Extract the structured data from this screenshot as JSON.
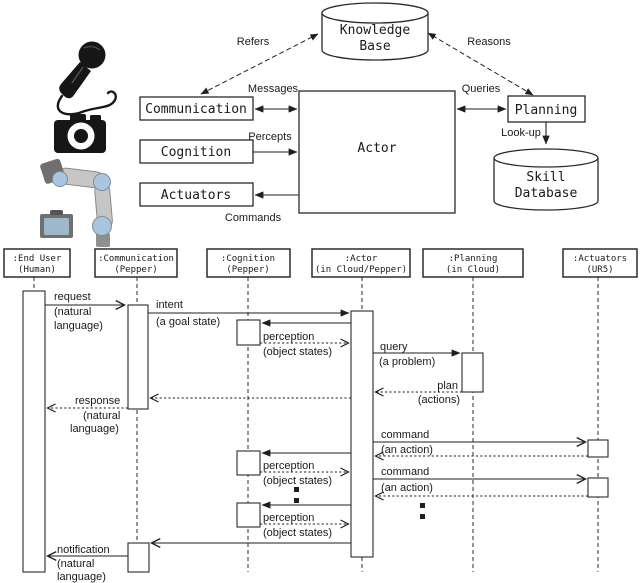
{
  "arch": {
    "kb1": "Knowledge",
    "kb2": "Base",
    "sdb1": "Skill",
    "sdb2": "Database",
    "communication": "Communication",
    "cognition": "Cognition",
    "actuators": "Actuators",
    "actor": "Actor",
    "planning": "Planning",
    "refers": "Refers",
    "reasons": "Reasons",
    "messages": "Messages",
    "queries": "Queries",
    "percepts": "Percepts",
    "commands": "Commands",
    "lookup": "Look-up"
  },
  "icons": {
    "microphone": "microphone-icon",
    "camera": "camera-icon",
    "robot_arm": "robot-arm-icon"
  },
  "seq": {
    "lifelines": [
      {
        "name": ":End User",
        "sub": "(Human)"
      },
      {
        "name": ":Communication",
        "sub": "(Pepper)"
      },
      {
        "name": ":Cognition",
        "sub": "(Pepper)"
      },
      {
        "name": ":Actor",
        "sub": "(in Cloud/Pepper)"
      },
      {
        "name": ":Planning",
        "sub": "(in Cloud)"
      },
      {
        "name": ":Actuators",
        "sub": "(UR5)"
      }
    ],
    "msg": {
      "request1": "request",
      "request2": "(natural",
      "request3": "language)",
      "intent1": "intent",
      "intent2": "(a goal state)",
      "perception1": "perception",
      "perception2": "(object states)",
      "query1": "query",
      "query2": "(a problem)",
      "plan1": "plan",
      "plan2": "(actions)",
      "response1": "response",
      "response2": "(natural",
      "response3": "language)",
      "command1": "command",
      "command2": "(an action)",
      "notification1": "notification",
      "notification2": "(natural",
      "notification3": "language)"
    }
  },
  "colors": {
    "line": "#1f1f1f",
    "background": "#ffffff",
    "robot_joint": "#a9c6de",
    "robot_link": "#c6c6c6",
    "robot_screen": "#9db8cb",
    "icon_black": "#161616"
  }
}
